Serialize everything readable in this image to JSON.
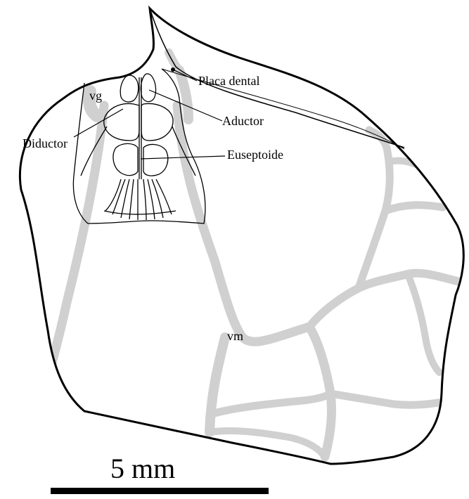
{
  "labels": {
    "placa_dental": "Placa dental",
    "vg": "vg",
    "aductor": "Aductor",
    "diductor": "Diductor",
    "euseptoide": "Euseptoide",
    "vm": "vm"
  },
  "scale_bar": {
    "label": "5 mm"
  },
  "colors": {
    "outline": "#000000",
    "vascular": "#d0d0d0",
    "background": "#ffffff"
  }
}
